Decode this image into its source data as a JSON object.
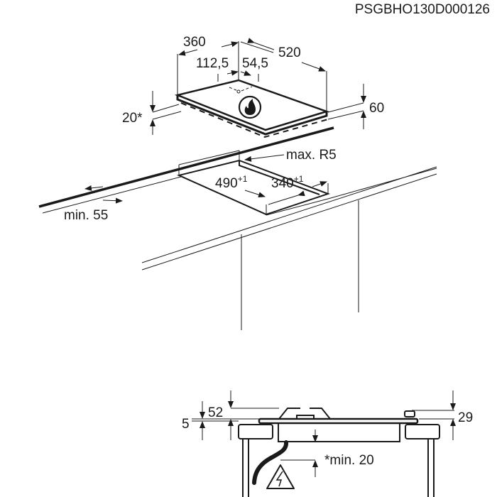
{
  "code": "PSGBHO130D000126",
  "top_view": {
    "dim_360": "360",
    "dim_520": "520",
    "dim_112_5": "112,5",
    "dim_54_5": "54,5",
    "dim_20": "20*",
    "dim_60": "60",
    "max_r5": "max. R5",
    "cutout_490": "490",
    "cutout_490_tol": "+1",
    "cutout_340": "340",
    "cutout_340_tol": "+1",
    "min_55": "min. 55",
    "icon": "gas-flame-icon"
  },
  "side_view": {
    "dim_5": "5",
    "dim_52": "52",
    "dim_29": "29",
    "min_20": "*min. 20",
    "icon": "electric-hazard-icon"
  }
}
